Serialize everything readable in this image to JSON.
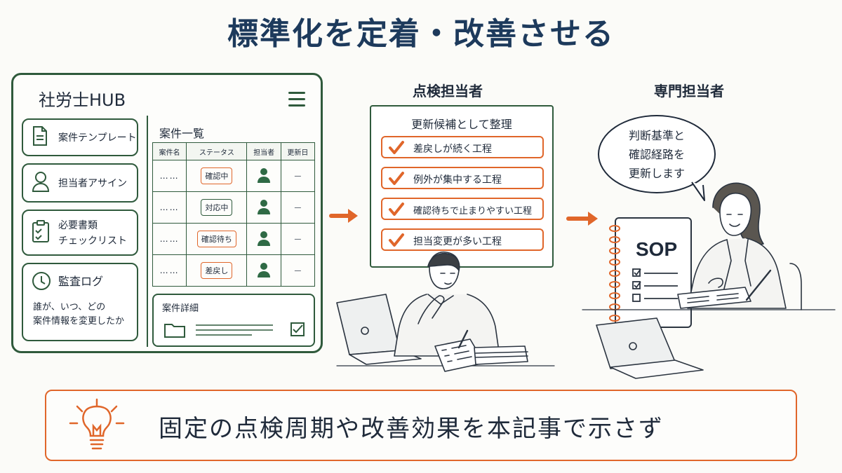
{
  "title": "標準化を定着・改善させる",
  "hub": {
    "title": "社労士HUB",
    "sidebar": [
      {
        "label": "案件テンプレート",
        "icon": "document-icon"
      },
      {
        "label": "担当者アサイン",
        "icon": "person-icon"
      },
      {
        "label": "必要書類\nチェックリスト",
        "icon": "clipboard-check-icon"
      },
      {
        "label": "監査ログ",
        "icon": "clock-icon",
        "sub": "誰が、いつ、どの\n案件情報を変更したか"
      }
    ],
    "list_title": "案件一覧",
    "table": {
      "headers": [
        "案件名",
        "ステータス",
        "担当者",
        "更新日"
      ],
      "rows": [
        {
          "name": "……",
          "status": "確認中",
          "highlight": true,
          "date": "—"
        },
        {
          "name": "……",
          "status": "対応中",
          "highlight": false,
          "date": "—"
        },
        {
          "name": "……",
          "status": "確認待ち",
          "highlight": true,
          "date": "—"
        },
        {
          "name": "……",
          "status": "差戻し",
          "highlight": true,
          "date": "—"
        }
      ]
    },
    "detail_title": "案件詳細"
  },
  "inspector": {
    "role": "点検担当者",
    "panel_title": "更新候補として整理",
    "items": [
      "差戻しが続く工程",
      "例外が集中する工程",
      "確認待ちで止まりやすい工程",
      "担当変更が多い工程"
    ]
  },
  "specialist": {
    "role": "専門担当者",
    "speech": "判断基準と\n確認経路を\n更新します",
    "binder_label": "SOP"
  },
  "footer": {
    "text": "固定の点検周期や改善効果を本記事で示さず"
  },
  "colors": {
    "accent": "#e0662a",
    "green": "#2f5a3c",
    "navy": "#1d3a5c"
  }
}
